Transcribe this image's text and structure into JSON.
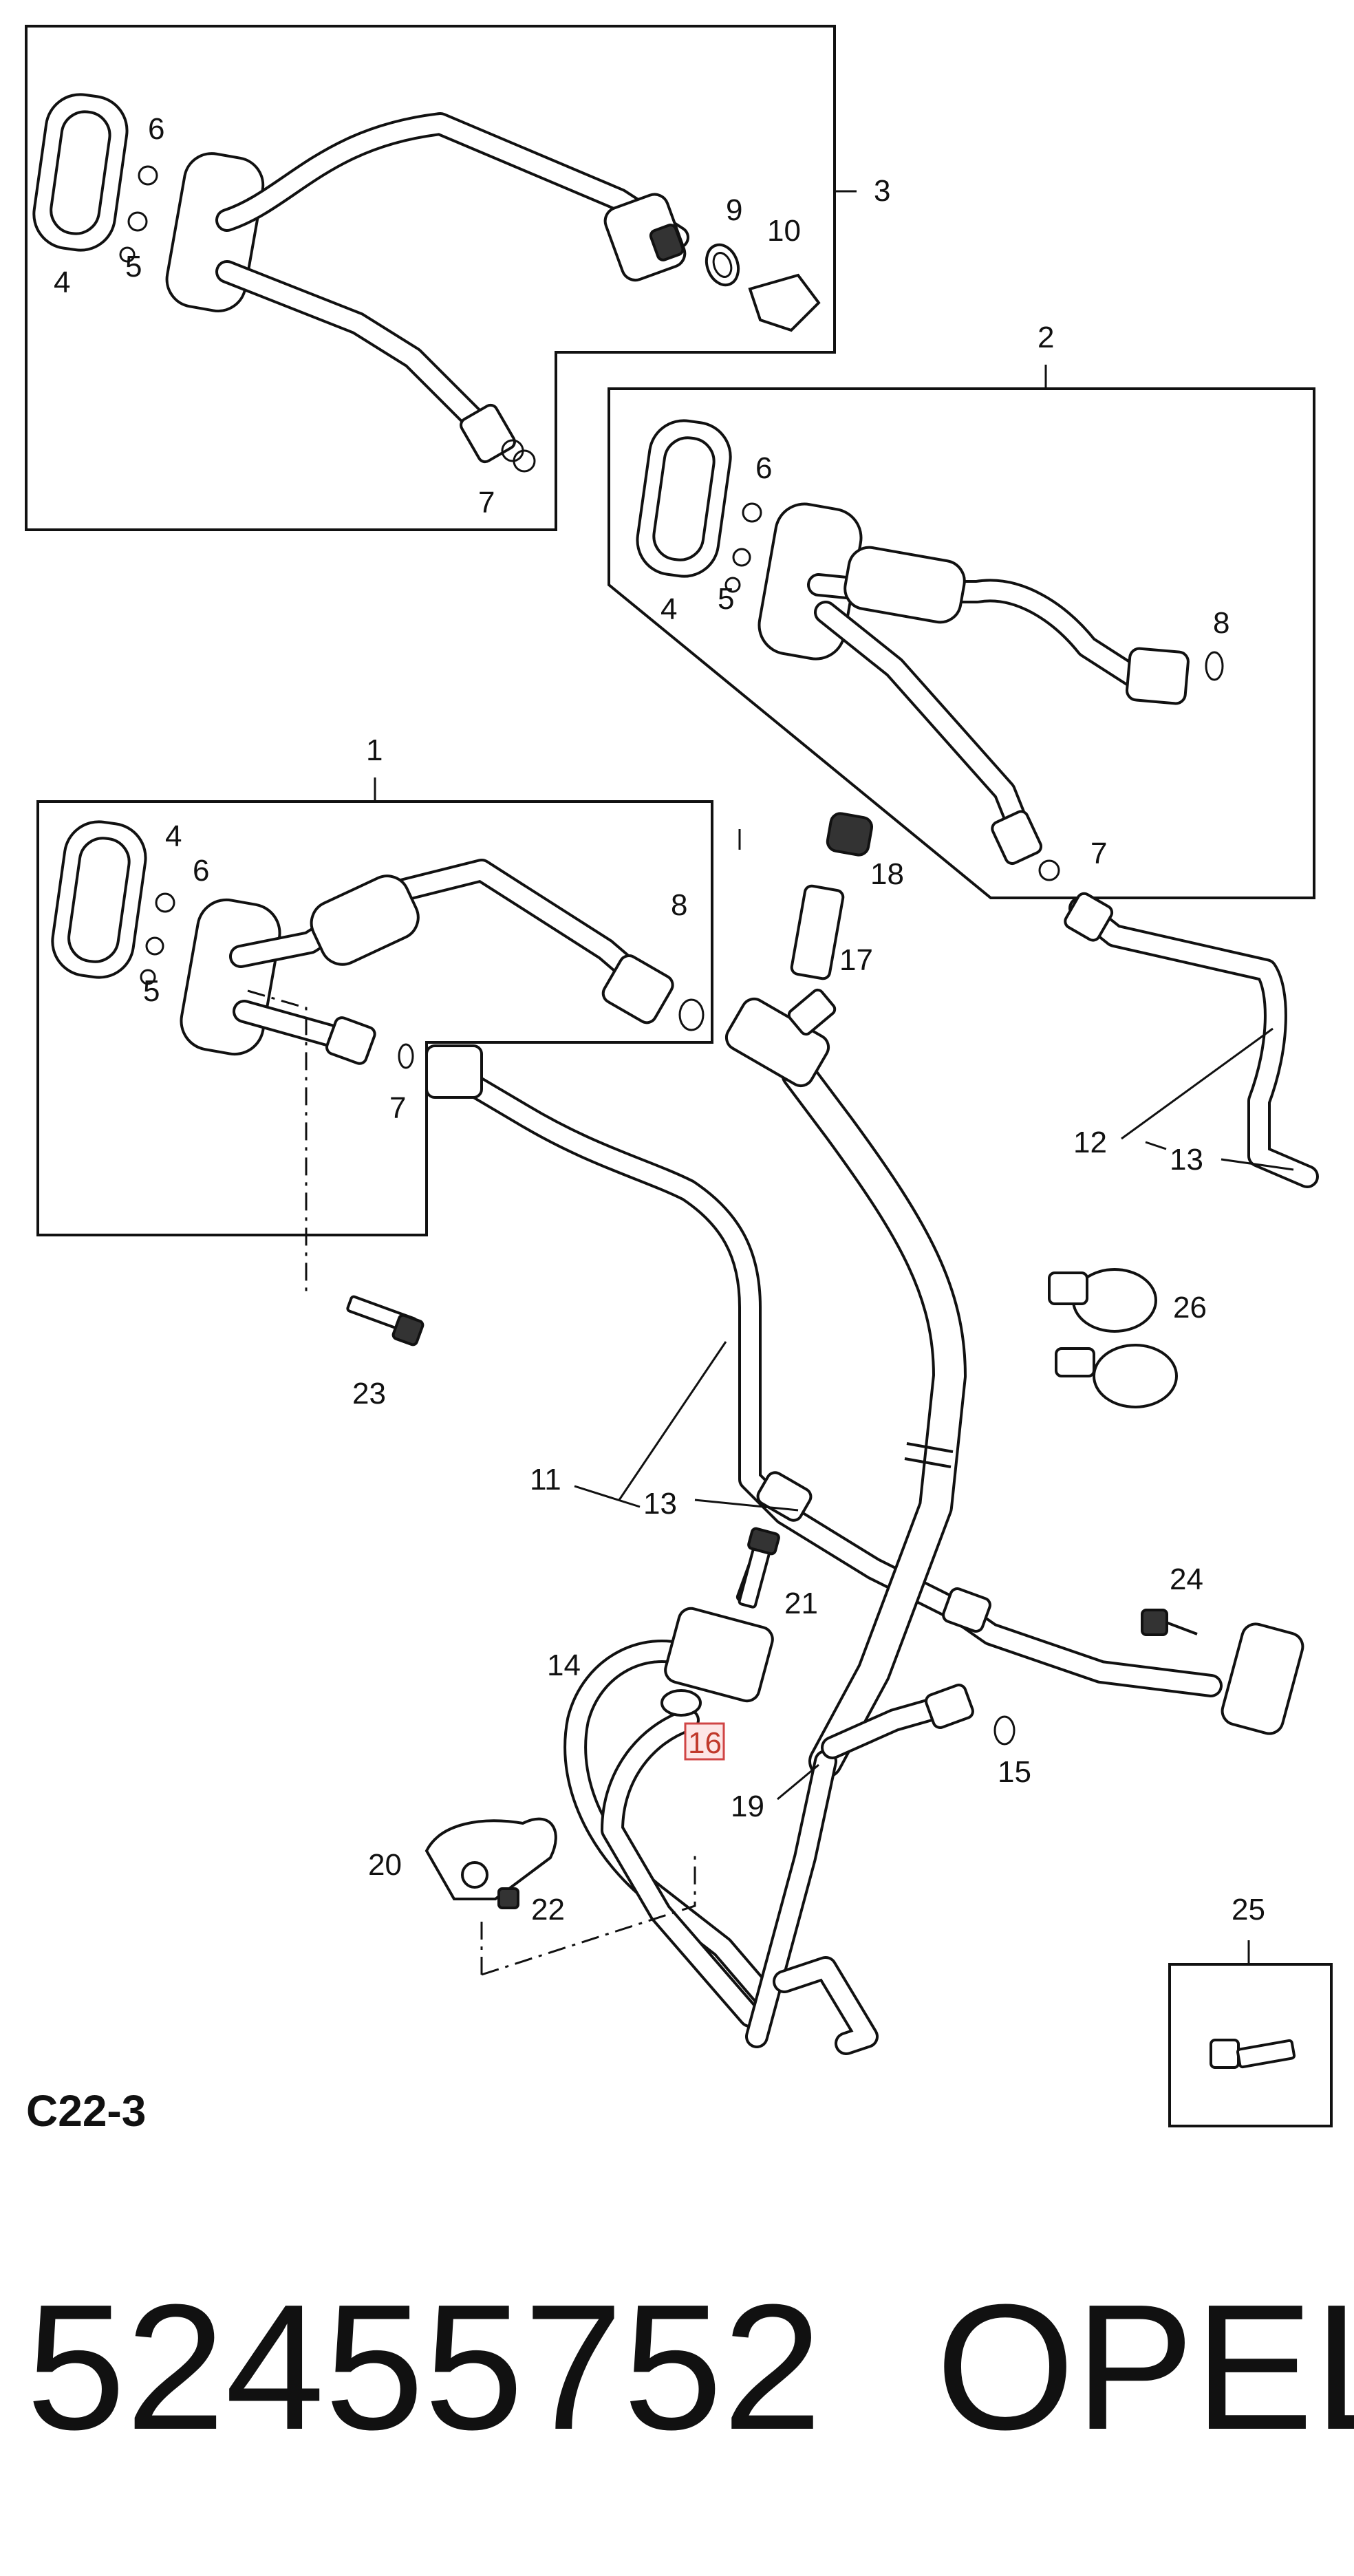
{
  "callouts": {
    "c1": "1",
    "c2": "2",
    "c3": "3",
    "c4a": "4",
    "c4b": "4",
    "c4c": "4",
    "c5a": "5",
    "c5b": "5",
    "c5c": "5",
    "c6a": "6",
    "c6b": "6",
    "c6c": "6",
    "c7a": "7",
    "c7b": "7",
    "c7c": "7",
    "c8a": "8",
    "c8b": "8",
    "c9": "9",
    "c10": "10",
    "c11": "11",
    "c12": "12",
    "c13a": "13",
    "c13b": "13",
    "c14": "14",
    "c15": "15",
    "c16": "16",
    "c17": "17",
    "c18": "18",
    "c19": "19",
    "c20": "20",
    "c21": "21",
    "c22": "22",
    "c23": "23",
    "c24": "24",
    "c25": "25",
    "c26": "26"
  },
  "highlighted_callout": "16",
  "highlight_color": "#d04545",
  "reference_code": "C22-3",
  "part_number": "52455752",
  "brand": "OPEL"
}
